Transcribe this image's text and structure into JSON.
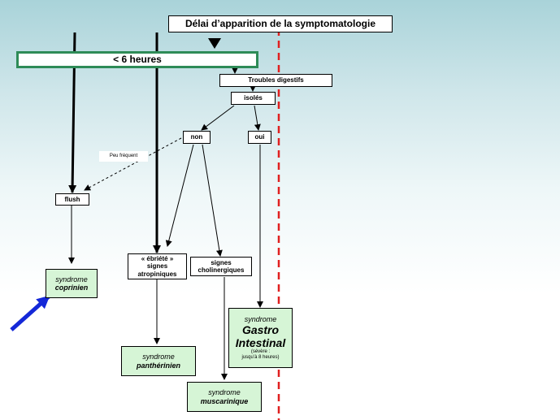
{
  "title": "Délai d’apparition de la symptomatologie",
  "lt6": "< 6 heures",
  "troubles": "Troubles digestifs",
  "isoles": "isolés",
  "non": "non",
  "oui": "oui",
  "peu_frequent": "Peu fréquent",
  "flush": "flush",
  "ebriete": {
    "line1": "« ébriété »",
    "line2": "signes",
    "line3": "atropiniques"
  },
  "cholinergiques": {
    "line1": "signes",
    "line2": "cholinergiques"
  },
  "coprinien": {
    "label": "syndrome",
    "name": "coprinien"
  },
  "gastro": {
    "label": "syndrome",
    "name1": "Gastro",
    "name2": "Intestinal",
    "note1": "(sévère :",
    "note2": "jusqu’à 8 heures)"
  },
  "pantherinien": {
    "label": "syndrome",
    "name": "panthérinien"
  },
  "muscarinique": {
    "label": "syndrome",
    "name": "muscarinique"
  },
  "colors": {
    "green_border": "#2e8b57",
    "syndrome_fill": "#d6f5d6",
    "dashed_line": "#e02020",
    "pointer_arrow": "#1428d8"
  }
}
